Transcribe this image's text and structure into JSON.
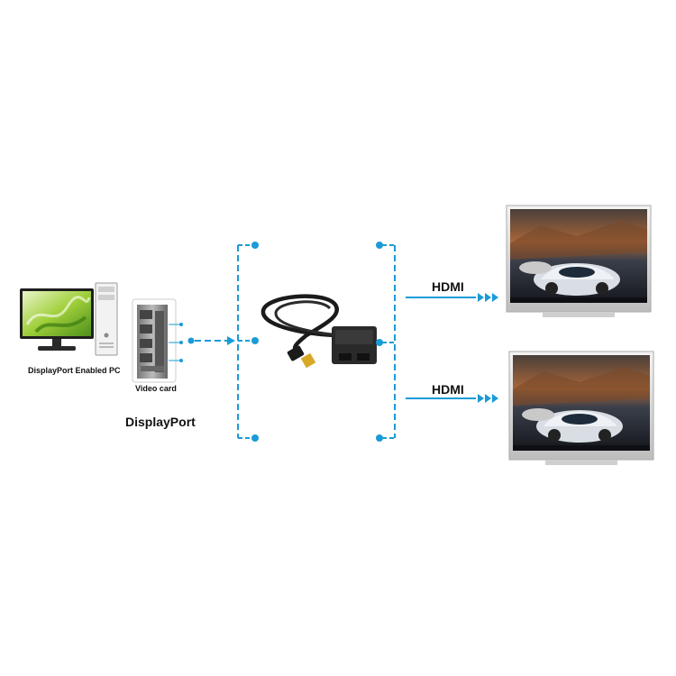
{
  "diagram": {
    "pc_label": "DisplayPort Enabled PC",
    "video_card_label": "Video card",
    "source_label": "DisplayPort",
    "output_label_1": "HDMI",
    "output_label_2": "HDMI"
  },
  "colors": {
    "accent": "#1a9bd7",
    "text": "#111111",
    "adapter_body": "#2a2a2a",
    "monitor_screen": "#8fbf3a"
  },
  "icons": [
    "pc-monitor-icon",
    "pc-tower-icon",
    "video-card-icon",
    "adapter-icon",
    "tv-icon"
  ]
}
